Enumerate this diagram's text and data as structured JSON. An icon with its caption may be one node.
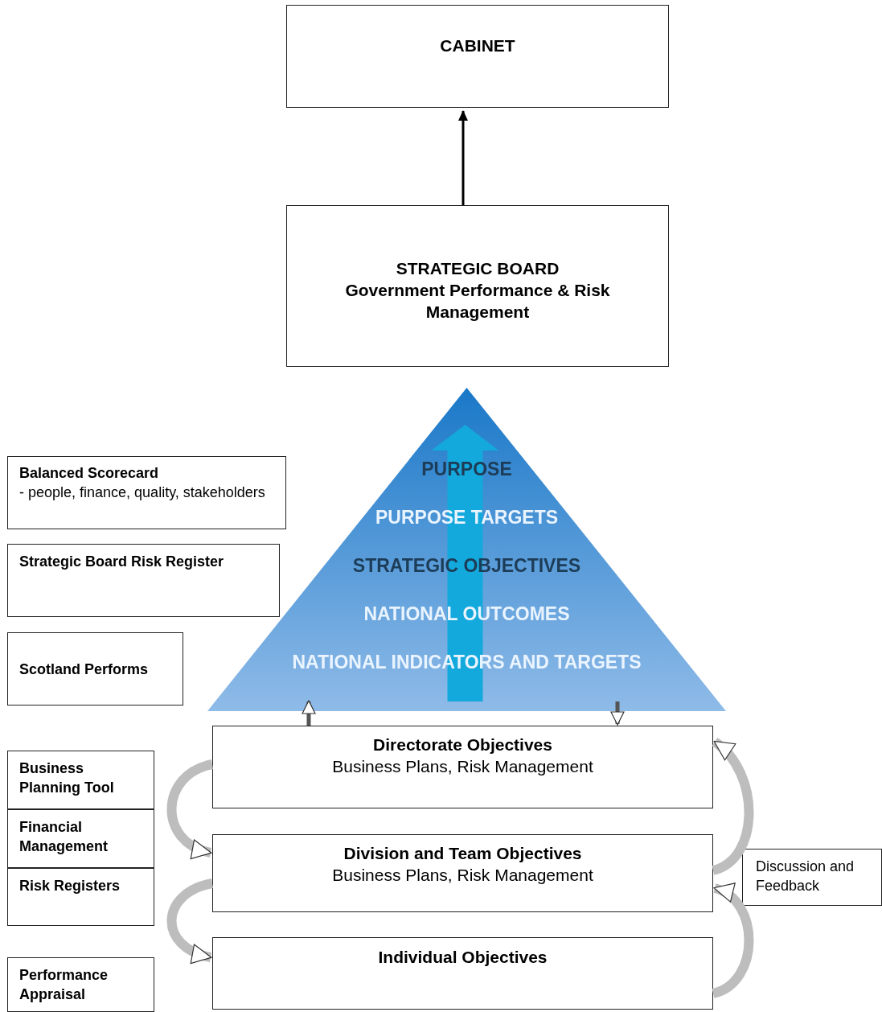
{
  "diagram": {
    "nodes": [
      {
        "text": [
          "CABINET"
        ]
      },
      {
        "text": [
          "STRATEGIC BOARD",
          "Government Performance & Risk Management"
        ]
      },
      {
        "text": [
          "PURPOSE",
          "PURPOSE TARGETS",
          "STRATEGIC OBJECTIVES",
          "NATIONAL OUTCOMES",
          "NATIONAL INDICATORS AND TARGETS"
        ]
      },
      {
        "text": [
          "Balanced Scorecard",
          "- people, finance, quality, stakeholders"
        ]
      },
      {
        "text": [
          "Strategic Board Risk Register"
        ]
      },
      {
        "text": [
          "Scotland Performs"
        ]
      },
      {
        "text": [
          "Business Planning Tool"
        ]
      },
      {
        "text": [
          "Financial Management"
        ]
      },
      {
        "text": [
          "Risk Registers"
        ]
      },
      {
        "text": [
          "Performance Appraisal"
        ]
      },
      {
        "text": [
          "Directorate Objectives",
          "Business Plans, Risk Management"
        ]
      },
      {
        "text": [
          "Division and Team Objectives",
          "Business Plans, Risk Management"
        ]
      },
      {
        "text": [
          "Individual Objectives"
        ]
      },
      {
        "text": [
          "Discussion and Feedback"
        ]
      }
    ],
    "edges": [
      {
        "from": 1,
        "to": 0,
        "arrow": "to",
        "color": "#000000"
      },
      {
        "from": 10,
        "to": 2,
        "arrow": "to",
        "color": "#555555"
      },
      {
        "from": 2,
        "to": 10,
        "arrow": "to",
        "color": "#555555"
      },
      {
        "from": 10,
        "to": 11,
        "arrow": "to"
      },
      {
        "from": 11,
        "to": 12,
        "arrow": "to"
      },
      {
        "from": 12,
        "to": 11,
        "arrow": "to"
      },
      {
        "from": 11,
        "to": 10,
        "arrow": "to"
      }
    ]
  }
}
